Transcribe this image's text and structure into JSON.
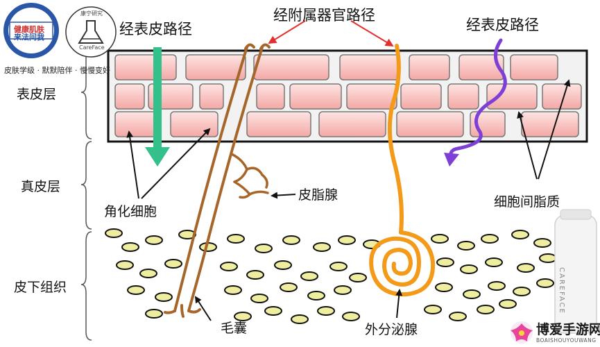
{
  "logo": {
    "badge_line1": "健康肌肤",
    "badge_line2": "来法问我",
    "brand2_top": "康宁研究",
    "brand2_bottom": "CareFace",
    "caption": "皮肤学级 · 默默陪伴 · 慢慢变好"
  },
  "labels": {
    "route_top_left": "经表皮路径",
    "route_appendage": "经附属器官路径",
    "route_top_right": "经表皮路径",
    "epidermis": "表皮层",
    "dermis": "真皮层",
    "hypodermis": "皮下组织",
    "sebaceous_gland": "皮脂腺",
    "keratinocyte": "角化细胞",
    "intercellular_lipid": "细胞间脂质",
    "hair_follicle": "毛囊",
    "sweat_gland": "外分泌腺"
  },
  "colors": {
    "brick_fill": "#f7c6c4",
    "brick_stroke": "#777777",
    "band_fill": "#f2f2f2",
    "teal_arrow": "#34c08a",
    "purple_arrow": "#7e3fd6",
    "red_arrow": "#e23030",
    "hair": "#a6662a",
    "sweat_gland": "#f39a18",
    "fat_cell_fill": "#eeeda0"
  },
  "product_tube_text": "CAREFACE",
  "watermark": {
    "title": "博爱手游网",
    "subtitle": "BOAISHOUYOUWANG"
  }
}
